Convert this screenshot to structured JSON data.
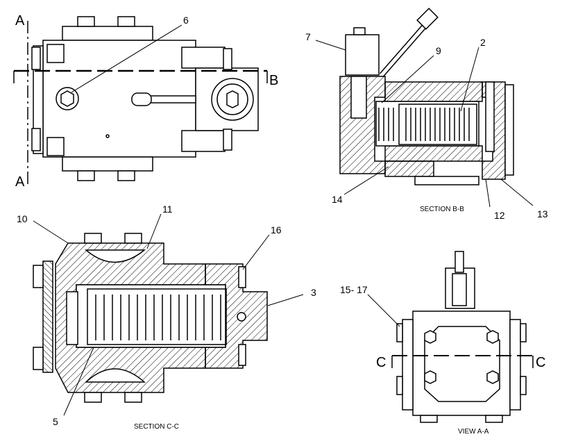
{
  "labels": {
    "section_a_top": "A",
    "section_a_bottom": "A",
    "section_b": "B",
    "section_c_left": "C",
    "section_c_right": "C",
    "callout_2": "2",
    "callout_3": "3",
    "callout_5": "5",
    "callout_6": "6",
    "callout_7": "7",
    "callout_9": "9",
    "callout_10": "10",
    "callout_11": "11",
    "callout_12": "12",
    "callout_13": "13",
    "callout_14": "14",
    "callout_15_17": "15- 17",
    "callout_16": "16"
  },
  "captions": {
    "section_bb": "SECTION B-B",
    "section_cc": "SECTION C-C",
    "view_aa": "VIEW A-A"
  }
}
